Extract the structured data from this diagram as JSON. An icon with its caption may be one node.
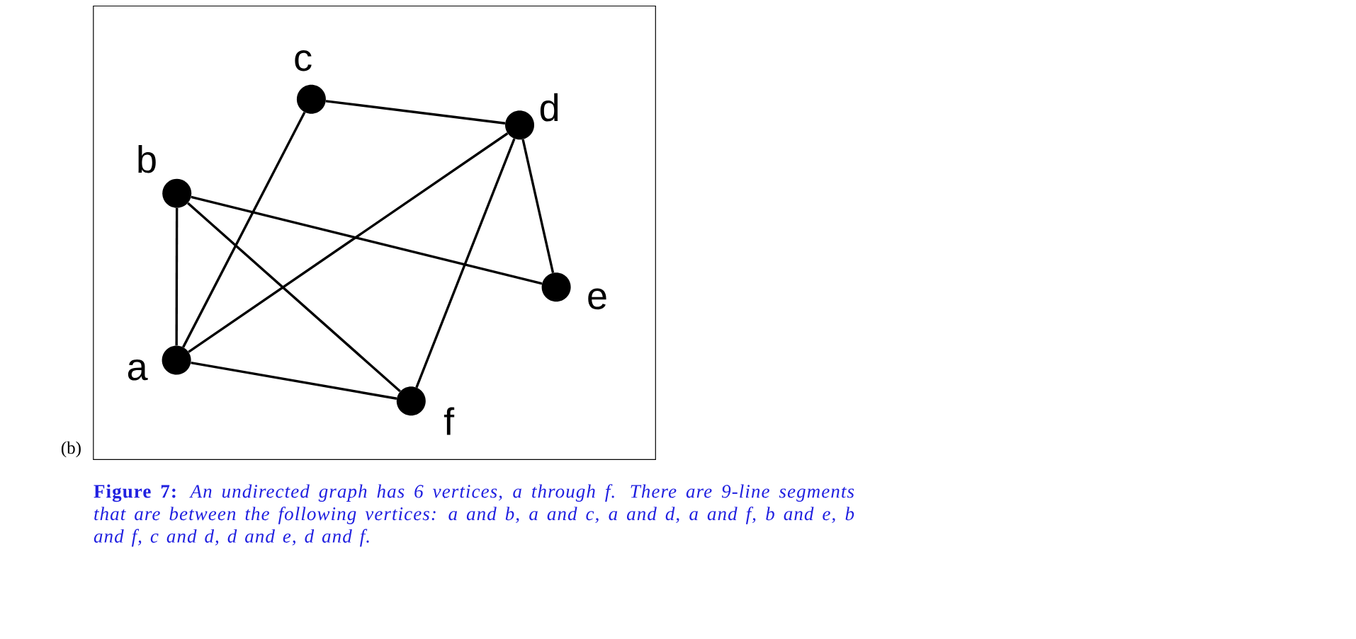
{
  "diagram": {
    "caption": "**Figure 7:** *An undirected graph has 6 vertices, a through f. There are 9-line segments that are between the following vertices: a and b, a and c, a and d, a and f, b and e, b and f, c and d, d and e, d and f.*",
    "nodes": [
      {
        "text": [
          "c"
        ]
      },
      {
        "text": [
          "d"
        ]
      },
      {
        "text": [
          "b"
        ]
      },
      {
        "text": [
          "e"
        ]
      },
      {
        "text": [
          "a"
        ]
      },
      {
        "text": [
          "f"
        ]
      }
    ],
    "edges": [
      {
        "from": 4,
        "to": 2,
        "arrow": "none"
      },
      {
        "from": 4,
        "to": 0,
        "arrow": "none"
      },
      {
        "from": 4,
        "to": 1,
        "arrow": "none"
      },
      {
        "from": 4,
        "to": 5,
        "arrow": "none"
      },
      {
        "from": 2,
        "to": 3,
        "arrow": "none"
      },
      {
        "from": 2,
        "to": 5,
        "arrow": "none"
      },
      {
        "from": 0,
        "to": 1,
        "arrow": "none"
      },
      {
        "from": 1,
        "to": 3,
        "arrow": "none"
      },
      {
        "from": 1,
        "to": 5,
        "arrow": "none"
      }
    ],
    "labels": [
      "(b)"
    ]
  }
}
